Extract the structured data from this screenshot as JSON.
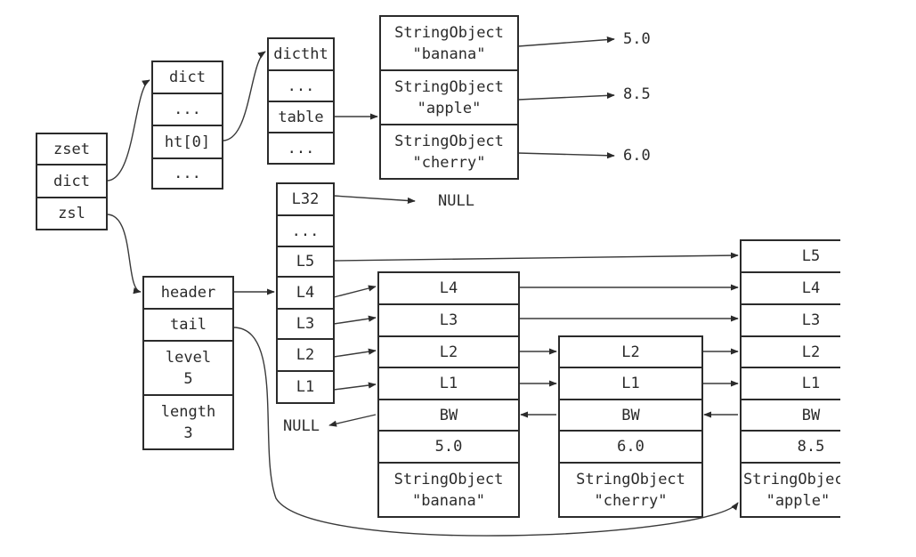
{
  "zset": {
    "title": "zset",
    "dict": "dict",
    "zsl": "zsl"
  },
  "dict": {
    "title": "dict",
    "dots1": "...",
    "ht0": "ht[0]",
    "dots2": "..."
  },
  "dictht": {
    "title": "dictht",
    "dots1": "...",
    "table": "table",
    "dots2": "..."
  },
  "entries": [
    {
      "key": "StringObject\n\"banana\"",
      "value": "5.0"
    },
    {
      "key": "StringObject\n\"apple\"",
      "value": "8.5"
    },
    {
      "key": "StringObject\n\"cherry\"",
      "value": "6.0"
    }
  ],
  "skiplist": {
    "header": "header",
    "tail": "tail",
    "level": "level\n5",
    "length": "length\n3"
  },
  "header_node": {
    "levels": [
      "L32",
      "...",
      "L5",
      "L4",
      "L3",
      "L2",
      "L1"
    ]
  },
  "nodes": [
    {
      "levels": [
        "L4",
        "L3",
        "L2",
        "L1"
      ],
      "bw": "BW",
      "score": "5.0",
      "obj": "StringObject\n\"banana\""
    },
    {
      "levels": [
        "L2",
        "L1"
      ],
      "bw": "BW",
      "score": "6.0",
      "obj": "StringObject\n\"cherry\""
    },
    {
      "levels": [
        "L5",
        "L4",
        "L3",
        "L2",
        "L1"
      ],
      "bw": "BW",
      "score": "8.5",
      "obj": "StringObject\n\"apple\""
    }
  ],
  "null_label": "NULL"
}
